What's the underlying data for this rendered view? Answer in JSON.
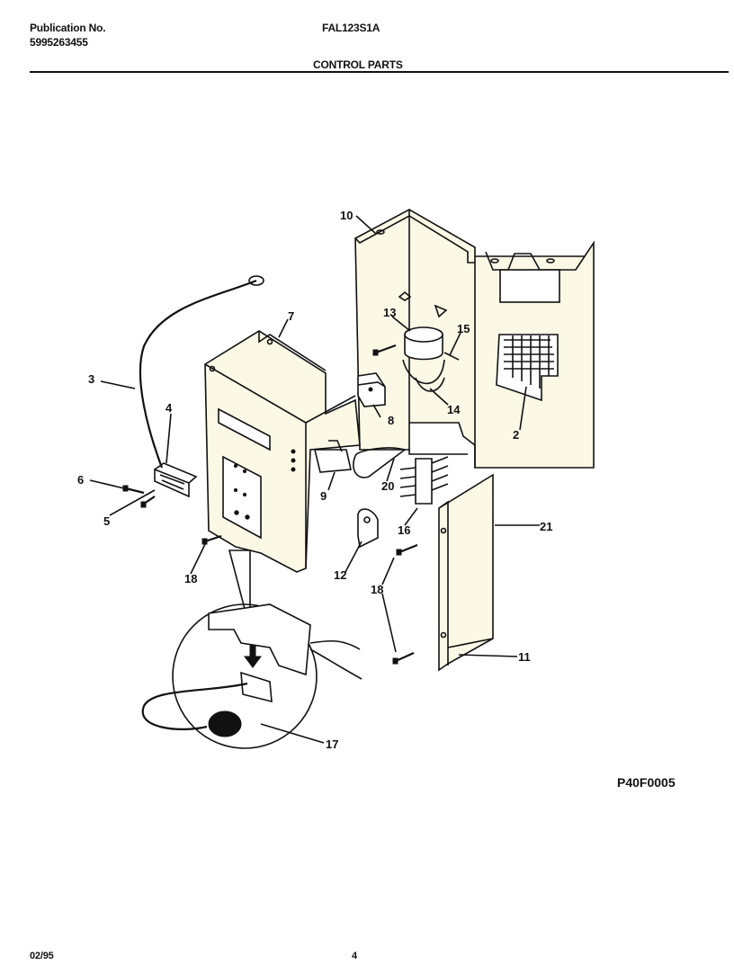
{
  "header": {
    "publication_label": "Publication No.",
    "publication_number": "5995263455",
    "model": "FAL123S1A",
    "section_title": "CONTROL PARTS"
  },
  "diagram": {
    "callouts": [
      "2",
      "3",
      "4",
      "5",
      "6",
      "7",
      "8",
      "9",
      "10",
      "11",
      "12",
      "13",
      "14",
      "15",
      "16",
      "17",
      "18",
      "18",
      "20",
      "21"
    ],
    "figure_code": "P40F0005"
  },
  "footer": {
    "date": "02/95",
    "page": "4"
  }
}
